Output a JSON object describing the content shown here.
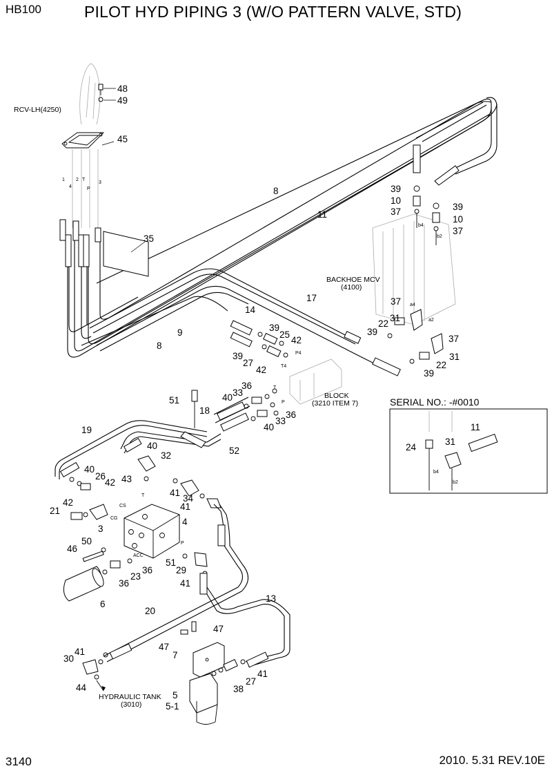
{
  "header": {
    "model": "HB100",
    "title": "PILOT HYD PIPING 3 (W/O PATTERN VALVE, STD)"
  },
  "footer": {
    "page_number": "3140",
    "revision": "2010. 5.31  REV.10E"
  },
  "labels": {
    "rcv": "RCV-LH(4250)",
    "mcv_line1": "BACKHOE MCV",
    "mcv_line2": "(4100)",
    "block_line1": "BLOCK",
    "block_line2": "(3210 ITEM 7)",
    "tank_line1": "HYDRAULIC TANK",
    "tank_line2": "(3010)",
    "serial": "SERIAL NO.: -#0010"
  },
  "ports": [
    "1",
    "4",
    "2",
    "T",
    "P",
    "3",
    "b4",
    "b2",
    "a4",
    "a2",
    "P4",
    "T4",
    "T",
    "P",
    "T",
    "CS",
    "CG",
    "P",
    "ACC",
    "b4",
    "b2"
  ],
  "callouts": [
    "48",
    "49",
    "45",
    "8",
    "11",
    "35",
    "39",
    "10",
    "37",
    "39",
    "10",
    "37",
    "14",
    "17",
    "9",
    "8",
    "39",
    "25",
    "42",
    "39",
    "27",
    "42",
    "37",
    "22",
    "31",
    "39",
    "37",
    "22",
    "31",
    "39",
    "51",
    "36",
    "33",
    "40",
    "18",
    "40",
    "33",
    "36",
    "19",
    "40",
    "32",
    "52",
    "40",
    "26",
    "42",
    "43",
    "41",
    "34",
    "41",
    "42",
    "21",
    "3",
    "4",
    "50",
    "46",
    "51",
    "29",
    "23",
    "36",
    "36",
    "41",
    "6",
    "13",
    "20",
    "47",
    "47",
    "7",
    "41",
    "30",
    "44",
    "5",
    "5-1",
    "38",
    "27",
    "41",
    "24",
    "31",
    "11"
  ]
}
